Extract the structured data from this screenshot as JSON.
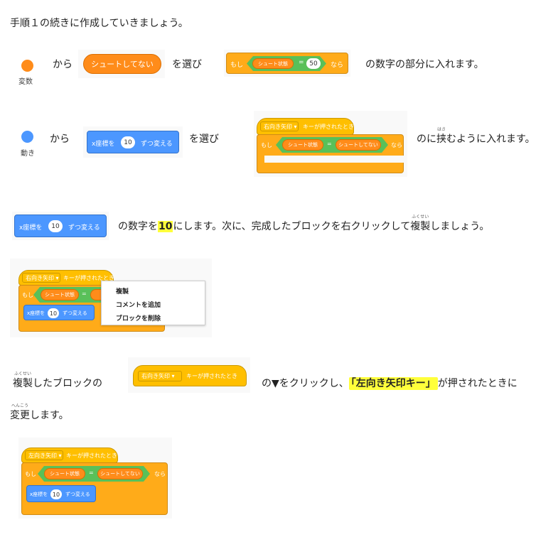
{
  "colors": {
    "variables": "#ff8c1a",
    "motion": "#4c97ff",
    "control": "#ffab19",
    "events": "#ffbf00",
    "operators": "#59c059",
    "highlight": "#ffff3b"
  },
  "intro": "手順１の続きに作成していきましょう。",
  "row1": {
    "category_label": "変数",
    "from": "から",
    "reporter_block": "シュートしてない",
    "select": "を選び",
    "if_block": {
      "if": "もし",
      "var": "シュート状態",
      "eq": "=",
      "value": "50",
      "then": "なら"
    },
    "tail": "の数字の部分に入れます。"
  },
  "row2": {
    "category_label": "動き",
    "from": "から",
    "motion_block": {
      "pre": "x座標を",
      "value": "10",
      "post": "ずつ変える"
    },
    "select": "を選び",
    "script": {
      "hat_key": "右向き矢印",
      "hat_rest": "キーが押されたとき",
      "if": "もし",
      "var": "シュート状態",
      "eq": "=",
      "value": "シュートしてない",
      "then": "なら"
    },
    "tail_pre": "のに",
    "tail_ruby_base": "挟",
    "tail_ruby": "はさ",
    "tail_post": "むように入れます。"
  },
  "row3": {
    "motion_block": {
      "pre": "x座標を",
      "value": "10",
      "post": "ずつ変える"
    },
    "text_pre": "の数字を",
    "highlight": "10",
    "text_mid": "にします。次に、完成したブロックを右クリックして",
    "ruby_base": "複製",
    "ruby": "ふくせい",
    "text_post": "しましょう。"
  },
  "row4": {
    "script": {
      "hat_key": "右向き矢印",
      "hat_rest": "キーが押されたとき",
      "if": "もし",
      "var": "シュート状態",
      "eq": "=",
      "value": "シ",
      "motion_pre": "x座標を",
      "motion_value": "10",
      "motion_post": "ずつ変える"
    },
    "menu": [
      "複製",
      "コメントを追加",
      "ブロックを削除"
    ]
  },
  "row5": {
    "ruby_base": "複製",
    "ruby": "ふくせい",
    "text_pre": "したブロックの",
    "hat_key": "右向き矢印",
    "hat_rest": "キーが押されたとき",
    "text_mid": "の▼をクリックし、",
    "highlight": "「左向き矢印キー」",
    "text_post": "が押されたときに",
    "line2_ruby_base": "変更",
    "line2_ruby": "へんこう",
    "line2_post": "します。"
  },
  "row6": {
    "script": {
      "hat_key": "左向き矢印",
      "hat_rest": "キーが押されたとき",
      "if": "もし",
      "var": "シュート状態",
      "eq": "=",
      "value": "シュートしてない",
      "then": "なら",
      "motion_pre": "x座標を",
      "motion_value": "10",
      "motion_post": "ずつ変える"
    }
  }
}
